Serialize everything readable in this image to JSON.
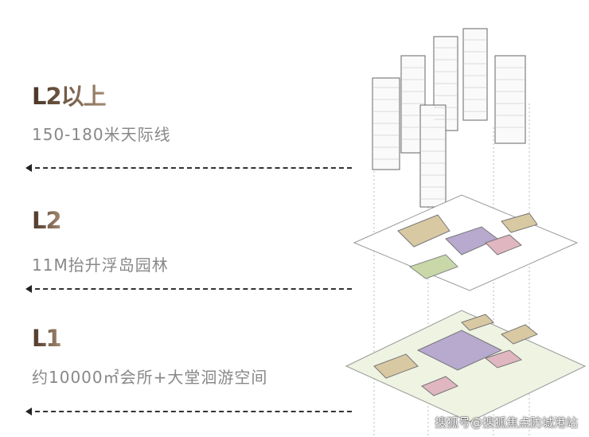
{
  "levels": [
    {
      "title": "L2以上",
      "subtitle": "150-180米天际线"
    },
    {
      "title": "L2",
      "subtitle": "11M抬升浮岛园林"
    },
    {
      "title": "L1",
      "subtitle": "约10000㎡会所+大堂洄游空间"
    }
  ],
  "watermark": "搜狐号@搜狐焦点防城港站",
  "colors": {
    "title_dark": "#4a3526",
    "title_light": "#a48b72",
    "subtitle": "#888888",
    "building_roof": "#d9c9a3",
    "clubhouse": "#b8a9cf",
    "pink_block": "#e0b6c1",
    "green": "#c9d8a8"
  }
}
